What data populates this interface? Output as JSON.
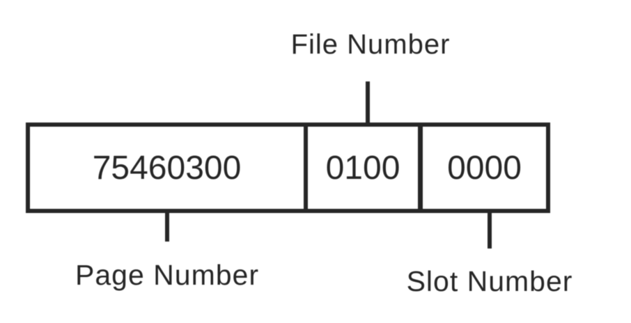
{
  "diagram": {
    "cells": [
      {
        "value": "75460300",
        "label": "Page Number"
      },
      {
        "value": "0100",
        "label": "File Number"
      },
      {
        "value": "0000",
        "label": "Slot Number"
      }
    ],
    "labels": {
      "file_number": "File Number",
      "page_number": "Page Number",
      "slot_number": "Slot Number"
    },
    "colors": {
      "line": "#262626",
      "text": "#262626",
      "background": "#ffffff"
    }
  }
}
